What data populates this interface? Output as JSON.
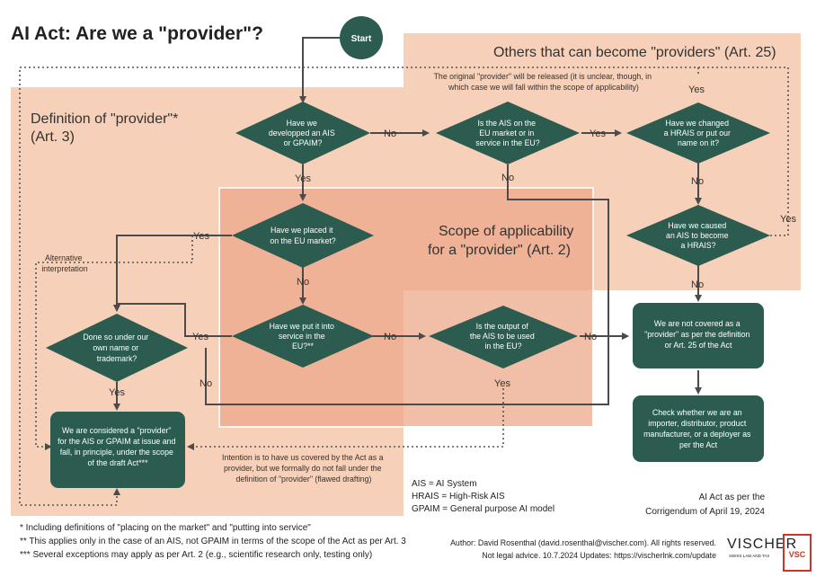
{
  "title": "AI Act: Are we a \"provider\"?",
  "regions": {
    "definition": [
      "Definition of \"provider\"*",
      "(Art. 3)"
    ],
    "scope": [
      "Scope of applicability",
      "for a  \"provider\" (Art. 2)"
    ],
    "others": "Others that can become \"providers\" (Art. 25)"
  },
  "start": "Start",
  "decisions": {
    "developed": [
      "Have we",
      "developped an AIS",
      "or GPAIM?"
    ],
    "placed": [
      "Have we placed it",
      "on the EU market?"
    ],
    "service": [
      "Have we put it into",
      "service in the",
      "EU?**"
    ],
    "own_name": [
      "Done so under our",
      "own name or",
      "trademark?"
    ],
    "output": [
      "Is the output of",
      "the AIS to be used",
      "in the EU?"
    ],
    "on_market": [
      "Is the AIS on the",
      "EU market or in",
      "service in the EU?"
    ],
    "changed": [
      "Have we changed",
      "a HRAIS or put our",
      "name on it?"
    ],
    "caused": [
      "Have we caused",
      "an AIS to become",
      "a HRAIS?"
    ]
  },
  "outcomes": {
    "provider": [
      "We are considered a \"provider\"",
      "for the AIS or GPAIM at issue and",
      "fall, in principle, under the scope",
      "of the draft Act***"
    ],
    "not_covered": [
      "We are not covered as a",
      "\"provider\" as per the definition",
      "or Art. 25 of the Act"
    ],
    "check": [
      "Check whether we are an",
      "importer, distributor, product",
      "manufacturer, or a deployer as",
      "per the Act"
    ]
  },
  "edge_labels": {
    "yes": "Yes",
    "no": "No"
  },
  "notes": {
    "released": [
      "The original \"provider\" will be released (it is unclear, though, in",
      "which case we will fall within the scope of applicability)"
    ],
    "alternative": [
      "Alternative",
      "interpretation"
    ],
    "intention": [
      "Intention is to have us covered by the Act as a",
      "provider, but we formally do not fall under the",
      "definition of \"provider\" (flawed drafting)"
    ]
  },
  "legend": [
    "AIS = AI System",
    "HRAIS = High-Risk AIS",
    "GPAIM = General purpose AI model"
  ],
  "act_note": [
    "AI Act as per the",
    "Corrigendum of April 19, 2024"
  ],
  "footnotes": [
    "* Including definitions of \"placing on the market\" and \"putting into service\"",
    "** This applies only in the case of an AIS, not GPAIM in terms of the scope of the Act as per Art. 3",
    "*** Several exceptions may apply as per Art. 2 (e.g., scientific research only, testing only)"
  ],
  "author": [
    "Author: David Rosenthal (david.rosenthal@vischer.com). All rights reserved.",
    "Not legal advice.  10.7.2024  Updates: https://vischerlnk.com/update"
  ],
  "brand": {
    "name": "VISCHER",
    "tagline": "SWISS LAW AND TAX",
    "seal": "VSC"
  },
  "colors": {
    "node": "#2b5c4f",
    "region": "#f6d0b8",
    "scope": "#eda98c",
    "arrow": "#4b4b4b",
    "seal": "#c0392b"
  }
}
